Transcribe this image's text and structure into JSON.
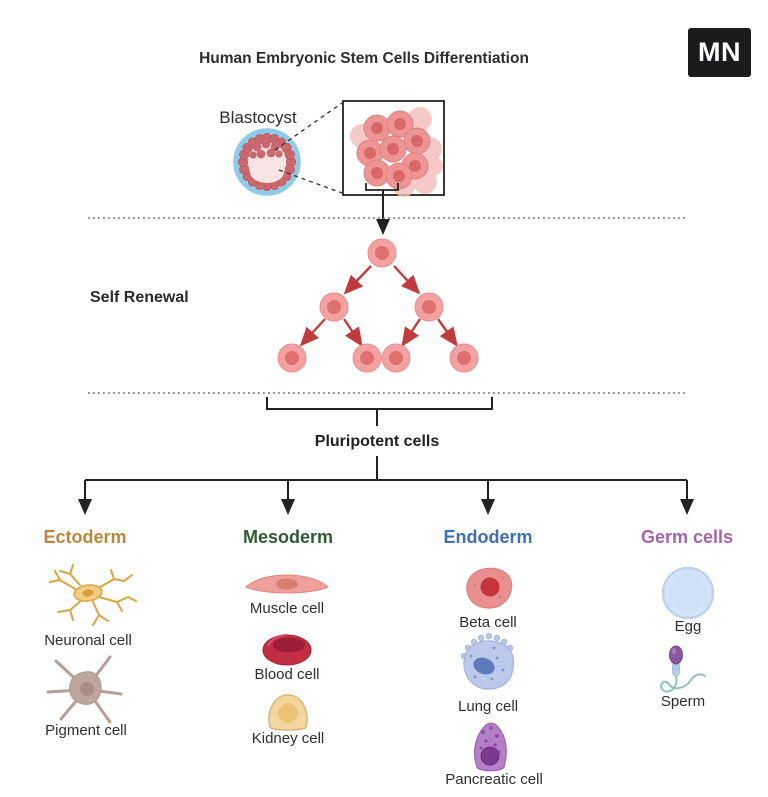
{
  "title": "Human Embryonic Stem Cells Differentiation",
  "logo": {
    "text": "MN"
  },
  "blastocyst": {
    "label": "Blastocyst",
    "zoom_box_icon": "stem-cell-cluster-icon"
  },
  "sections": {
    "self_renewal": "Self Renewal",
    "pluripotent": "Pluripotent cells"
  },
  "layers": [
    {
      "name": "Ectoderm",
      "color": "#b8893c",
      "cells": [
        {
          "label": "Neuronal cell",
          "icon": "neuron-icon"
        },
        {
          "label": "Pigment cell",
          "icon": "pigment-cell-icon"
        }
      ]
    },
    {
      "name": "Mesoderm",
      "color": "#2f5c31",
      "cells": [
        {
          "label": "Muscle cell",
          "icon": "muscle-cell-icon"
        },
        {
          "label": "Blood cell",
          "icon": "blood-cell-icon"
        },
        {
          "label": "Kidney cell",
          "icon": "kidney-cell-icon"
        }
      ]
    },
    {
      "name": "Endoderm",
      "color": "#3f6fb5",
      "cells": [
        {
          "label": "Beta cell",
          "icon": "beta-cell-icon"
        },
        {
          "label": "Lung cell",
          "icon": "lung-cell-icon"
        },
        {
          "label": "Pancreatic cell",
          "icon": "pancreatic-cell-icon"
        }
      ]
    },
    {
      "name": "Germ cells",
      "color": "#a765a9",
      "cells": [
        {
          "label": "Egg",
          "icon": "egg-cell-icon"
        },
        {
          "label": "Sperm",
          "icon": "sperm-cell-icon"
        }
      ]
    }
  ],
  "colors": {
    "stem_cell_body": "#f3a1a1",
    "stem_cell_nucleus": "#de706e",
    "division_arrow_red": "#c23b3c",
    "line_black": "#222222",
    "blastocyst_ring_blue": "#8ccbe9",
    "logo_background": "#1b1b1d"
  }
}
